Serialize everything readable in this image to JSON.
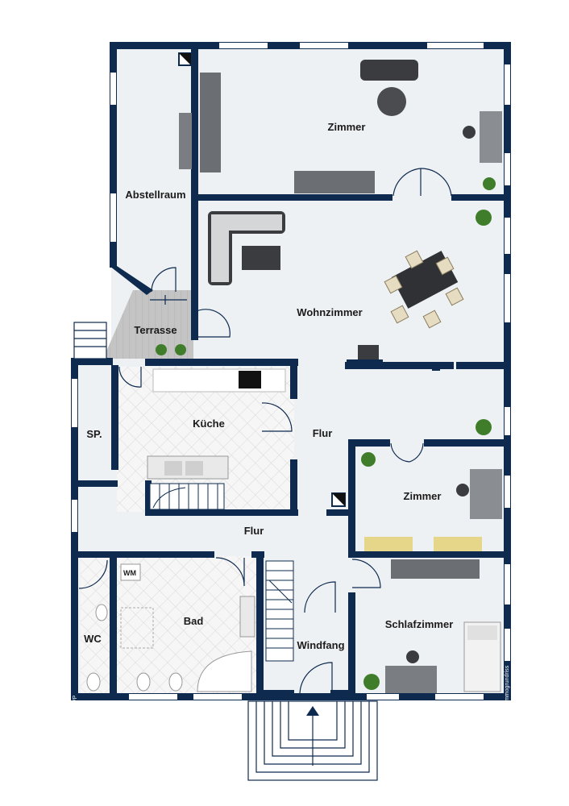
{
  "rooms": {
    "abstellraum": "Abstellraum",
    "zimmer_top": "Zimmer",
    "wohnzimmer": "Wohnzimmer",
    "terrasse": "Terrasse",
    "kueche": "Küche",
    "sp": "SP.",
    "flur_upper": "Flur",
    "flur_lower": "Flur",
    "zimmer_mid": "Zimmer",
    "bad": "Bad",
    "wc": "WC",
    "windfang": "Windfang",
    "schlafzimmer": "Schlafzimmer",
    "wm": "WM"
  },
  "side_labels": {
    "right": "Immogrundriss",
    "left": "VP"
  },
  "colors": {
    "wall": "#0e2a4f",
    "floor": "#eef1f4",
    "tile": "#f4f4f4",
    "terrace": "#c9c9c9",
    "furniture": "#6b6e72",
    "plant": "#3f7d2a"
  }
}
